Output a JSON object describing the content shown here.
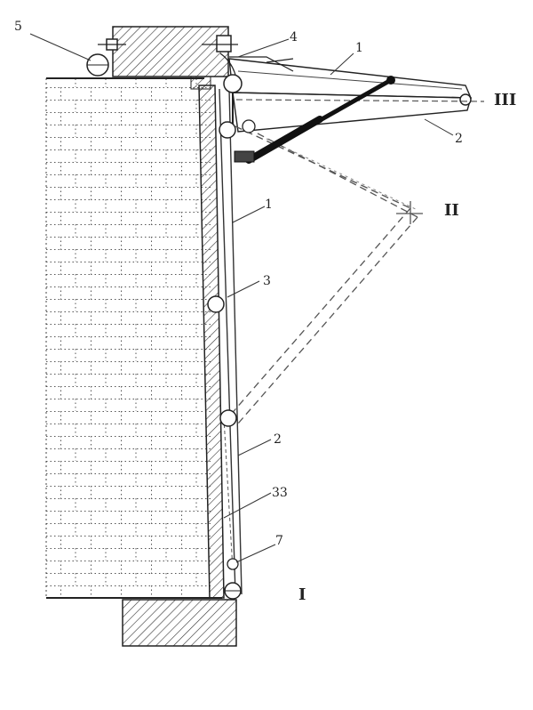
{
  "labels": {
    "l5": "5",
    "l4": "4",
    "l1_top": "1",
    "l3_top": "III",
    "l2_top": "2",
    "l2_roman": "II",
    "l1_mid": "1",
    "l3_mid": "3",
    "l2_bottom": "2",
    "l33": "33",
    "l7": "7",
    "l1_roman": "I"
  }
}
